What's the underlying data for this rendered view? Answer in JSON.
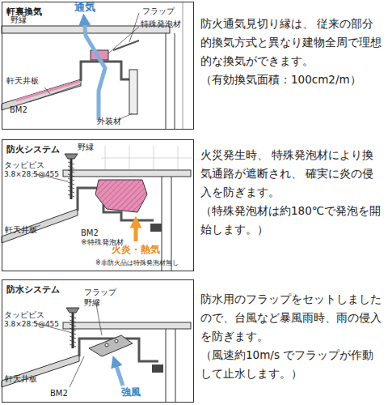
{
  "diagram": {
    "nodes": [
      {
        "text": [
          "軒裏換気"
        ]
      },
      {
        "text": [
          "防火システム"
        ]
      },
      {
        "text": [
          "防水システム"
        ]
      }
    ],
    "labels": [
      "通気",
      "野縁",
      "フラップ",
      "特殊発泡材",
      "軒天井板",
      "BM2",
      "外装材",
      "防火通気見切り縁は、 従来の部分的換気方式と異なり建物全周で理想的な換気ができます。",
      "（有効換気面積：100cm2/m）",
      "野縁",
      "タッピビス",
      "3.8×28.5@455",
      "軒天井板",
      "BM2",
      "※特殊発泡材",
      "火炎・熱気",
      "※非防火品は特殊発泡材無し",
      "火災発生時、 特殊発泡材により換気通路が遮断され、 確実に炎の侵入を防ぎます。",
      "（特殊発泡材は約180℃で発泡を開始します。）",
      "フラップ",
      "野縁",
      "タッピビス",
      "3.8×28.5@455",
      "軒天井板",
      "BM2",
      "強風",
      "防水用のフラップをセットしましたので、台風など暴風雨時、雨の侵入を防ぎます。",
      "（風速約10m/s でフラップが作動して止水します。）"
    ]
  }
}
